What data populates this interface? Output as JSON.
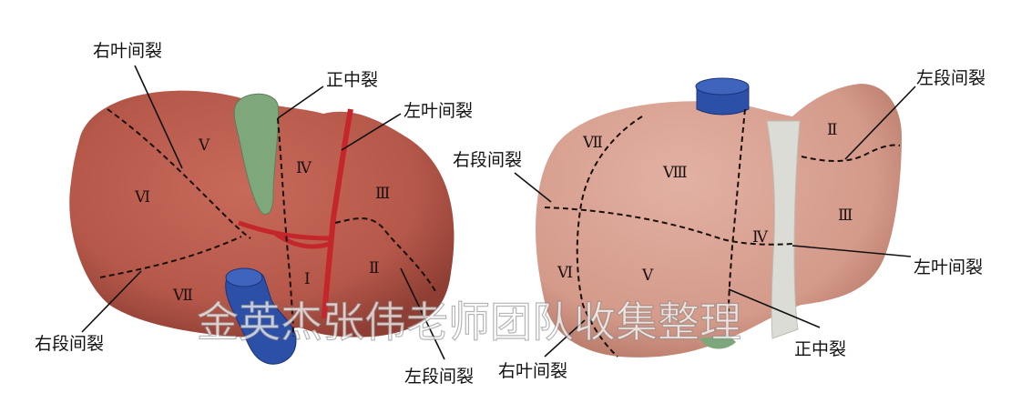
{
  "diagram": {
    "left_view": {
      "labels": {
        "right_interlobar_fissure": "右叶间裂",
        "median_fissure": "正中裂",
        "left_interlobar_fissure": "左叶间裂",
        "right_intersegmental_fissure": "右段间裂",
        "left_intersegmental_fissure": "左段间裂"
      },
      "segments": {
        "v": "Ⅴ",
        "vi": "Ⅵ",
        "iv": "Ⅳ",
        "iii": "Ⅲ",
        "vii": "Ⅶ",
        "i": "Ⅰ",
        "ii": "Ⅱ"
      }
    },
    "right_view": {
      "labels": {
        "left_intersegmental_fissure": "左段间裂",
        "right_intersegmental_fissure": "右段间裂",
        "left_interlobar_fissure": "左叶间裂",
        "median_fissure": "正中裂",
        "right_interlobar_fissure": "右叶间裂"
      },
      "segments": {
        "vii": "Ⅶ",
        "viii": "Ⅷ",
        "ii": "Ⅱ",
        "iii": "Ⅲ",
        "iv": "Ⅳ",
        "vi": "Ⅵ",
        "v": "Ⅴ"
      }
    },
    "watermark": "金英杰张伟老师团队收集整理",
    "colors": {
      "liver_left": "#b5584a",
      "liver_right": "#d49a8a",
      "gallbladder": "#7fa77c",
      "vena_cava": "#2c4fa8",
      "hepatic_vein": "#c4262b",
      "ligament": "#dcdcd6"
    }
  }
}
